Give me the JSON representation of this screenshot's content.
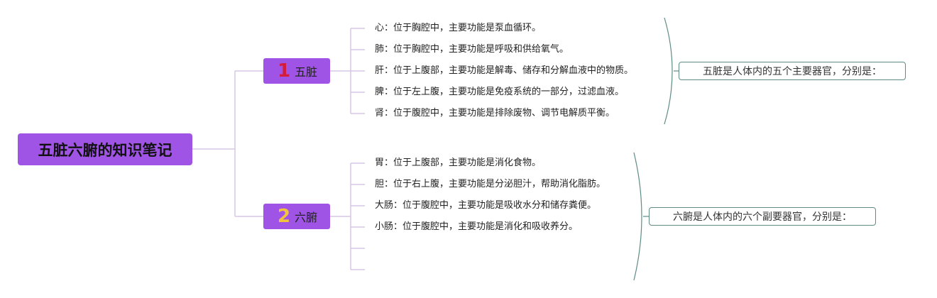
{
  "root": {
    "title": "五脏六腑的知识笔记"
  },
  "branches": [
    {
      "number": "1",
      "label": "五脏",
      "number_color": "#d41c3c",
      "items": [
        "心：位于胸腔中，主要功能是泵血循环。",
        "肺：位于胸腔中，主要功能是呼吸和供给氧气。",
        "肝：位于上腹部，主要功能是解毒、储存和分解血液中的物质。",
        "脾：位于左上腹，主要功能是免疫系统的一部分，过滤血液。",
        "肾：位于腹腔中，主要功能是排除废物、调节电解质平衡。"
      ],
      "summary": "五脏是人体内的五个主要器官，分别是："
    },
    {
      "number": "2",
      "label": "六腑",
      "number_color": "#f2c43c",
      "items": [
        "胃：位于上腹部，主要功能是消化食物。",
        "胆：位于右上腹，主要功能是分泌胆汁，帮助消化脂肪。",
        "大肠：位于腹腔中，主要功能是吸收水分和储存粪便。",
        "小肠：位于腹腔中，主要功能是消化和吸收养分。",
        "",
        ""
      ],
      "summary": "六腑是人体内的六个副要器官，分别是："
    }
  ],
  "colors": {
    "node_fill": "#a054e6",
    "connector": "#d7c7e6",
    "bracket": "#5e8c85"
  }
}
